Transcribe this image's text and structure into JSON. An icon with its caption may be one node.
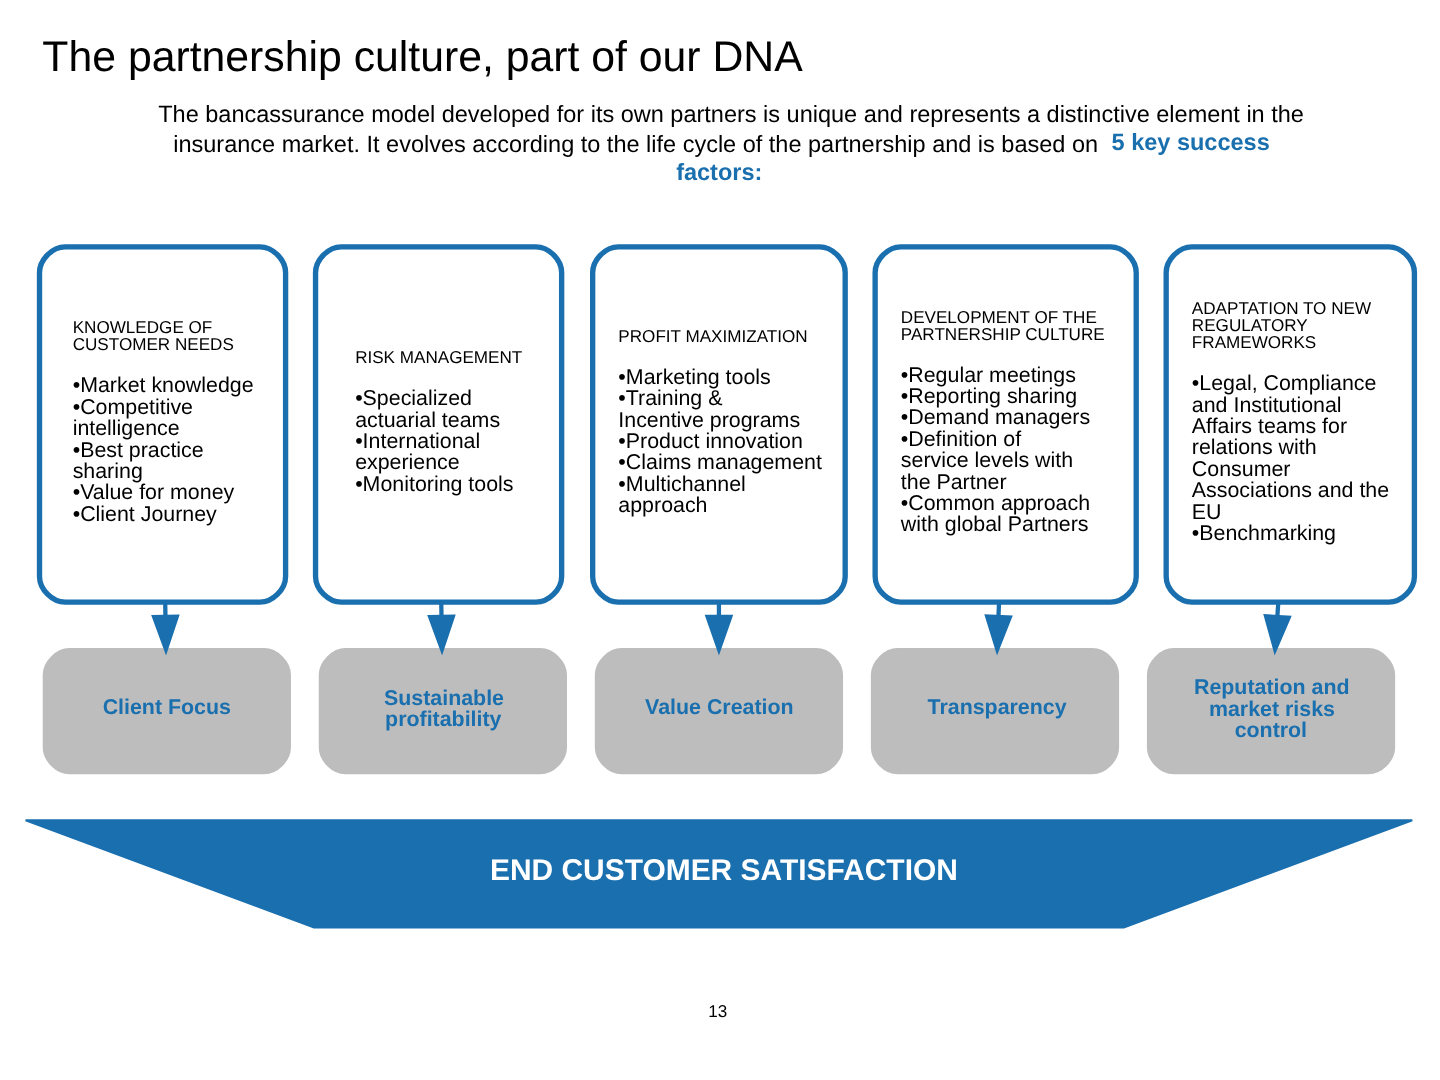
{
  "diagram": {
    "title": "The partnership culture, part of our DNA",
    "nodes": [
      {
        "text": [
          "KNOWLEDGE OF CUSTOMER NEEDS",
          "•Market knowledge •Competitive intelligence •Best practice sharing •Value for money •Client Journey"
        ]
      },
      {
        "text": [
          "RISK MANAGEMENT",
          "•Specialized actuarial teams •International experience •Monitoring tools"
        ]
      },
      {
        "text": [
          "PROFIT MAXIMIZATION",
          "•Marketing tools •Training & Incentive programs •Product innovation •Claims management •Multichannel approach"
        ]
      },
      {
        "text": [
          "DEVELOPMENT OF THE PARTNERSHIP CULTURE",
          "•Regular meetings •Reporting sharing •Demand managers •Definition of service levels with the Partner •Common approach with global Partners"
        ]
      },
      {
        "text": [
          "ADAPTATION TO NEW REGULATORY FRAMEWORKS",
          "•Legal, Compliance and Institutional Affairs teams for relations with Consumer Associations and the EU •Benchmarking"
        ]
      },
      {
        "text": [
          "Client Focus"
        ]
      },
      {
        "text": [
          "Sustainable profitability"
        ]
      },
      {
        "text": [
          "Value Creation"
        ]
      },
      {
        "text": [
          "Transparency"
        ]
      },
      {
        "text": [
          "Reputation and market risks control"
        ]
      },
      {
        "text": [
          "END CUSTOMER SATISFACTION"
        ]
      }
    ],
    "edges": [
      {
        "from": 0,
        "to": 5,
        "arrow": "to"
      },
      {
        "from": 1,
        "to": 6,
        "arrow": "to"
      },
      {
        "from": 2,
        "to": 7,
        "arrow": "to"
      },
      {
        "from": 3,
        "to": 8,
        "arrow": "to"
      },
      {
        "from": 4,
        "to": 9,
        "arrow": "to"
      }
    ],
    "labels": [
      "The bancassurance model developed for its own partners is unique and represents a distinctive element in the insurance market. It evolves according to the life cycle of the partnership and is based on **5 key success factors:**",
      "13"
    ]
  }
}
